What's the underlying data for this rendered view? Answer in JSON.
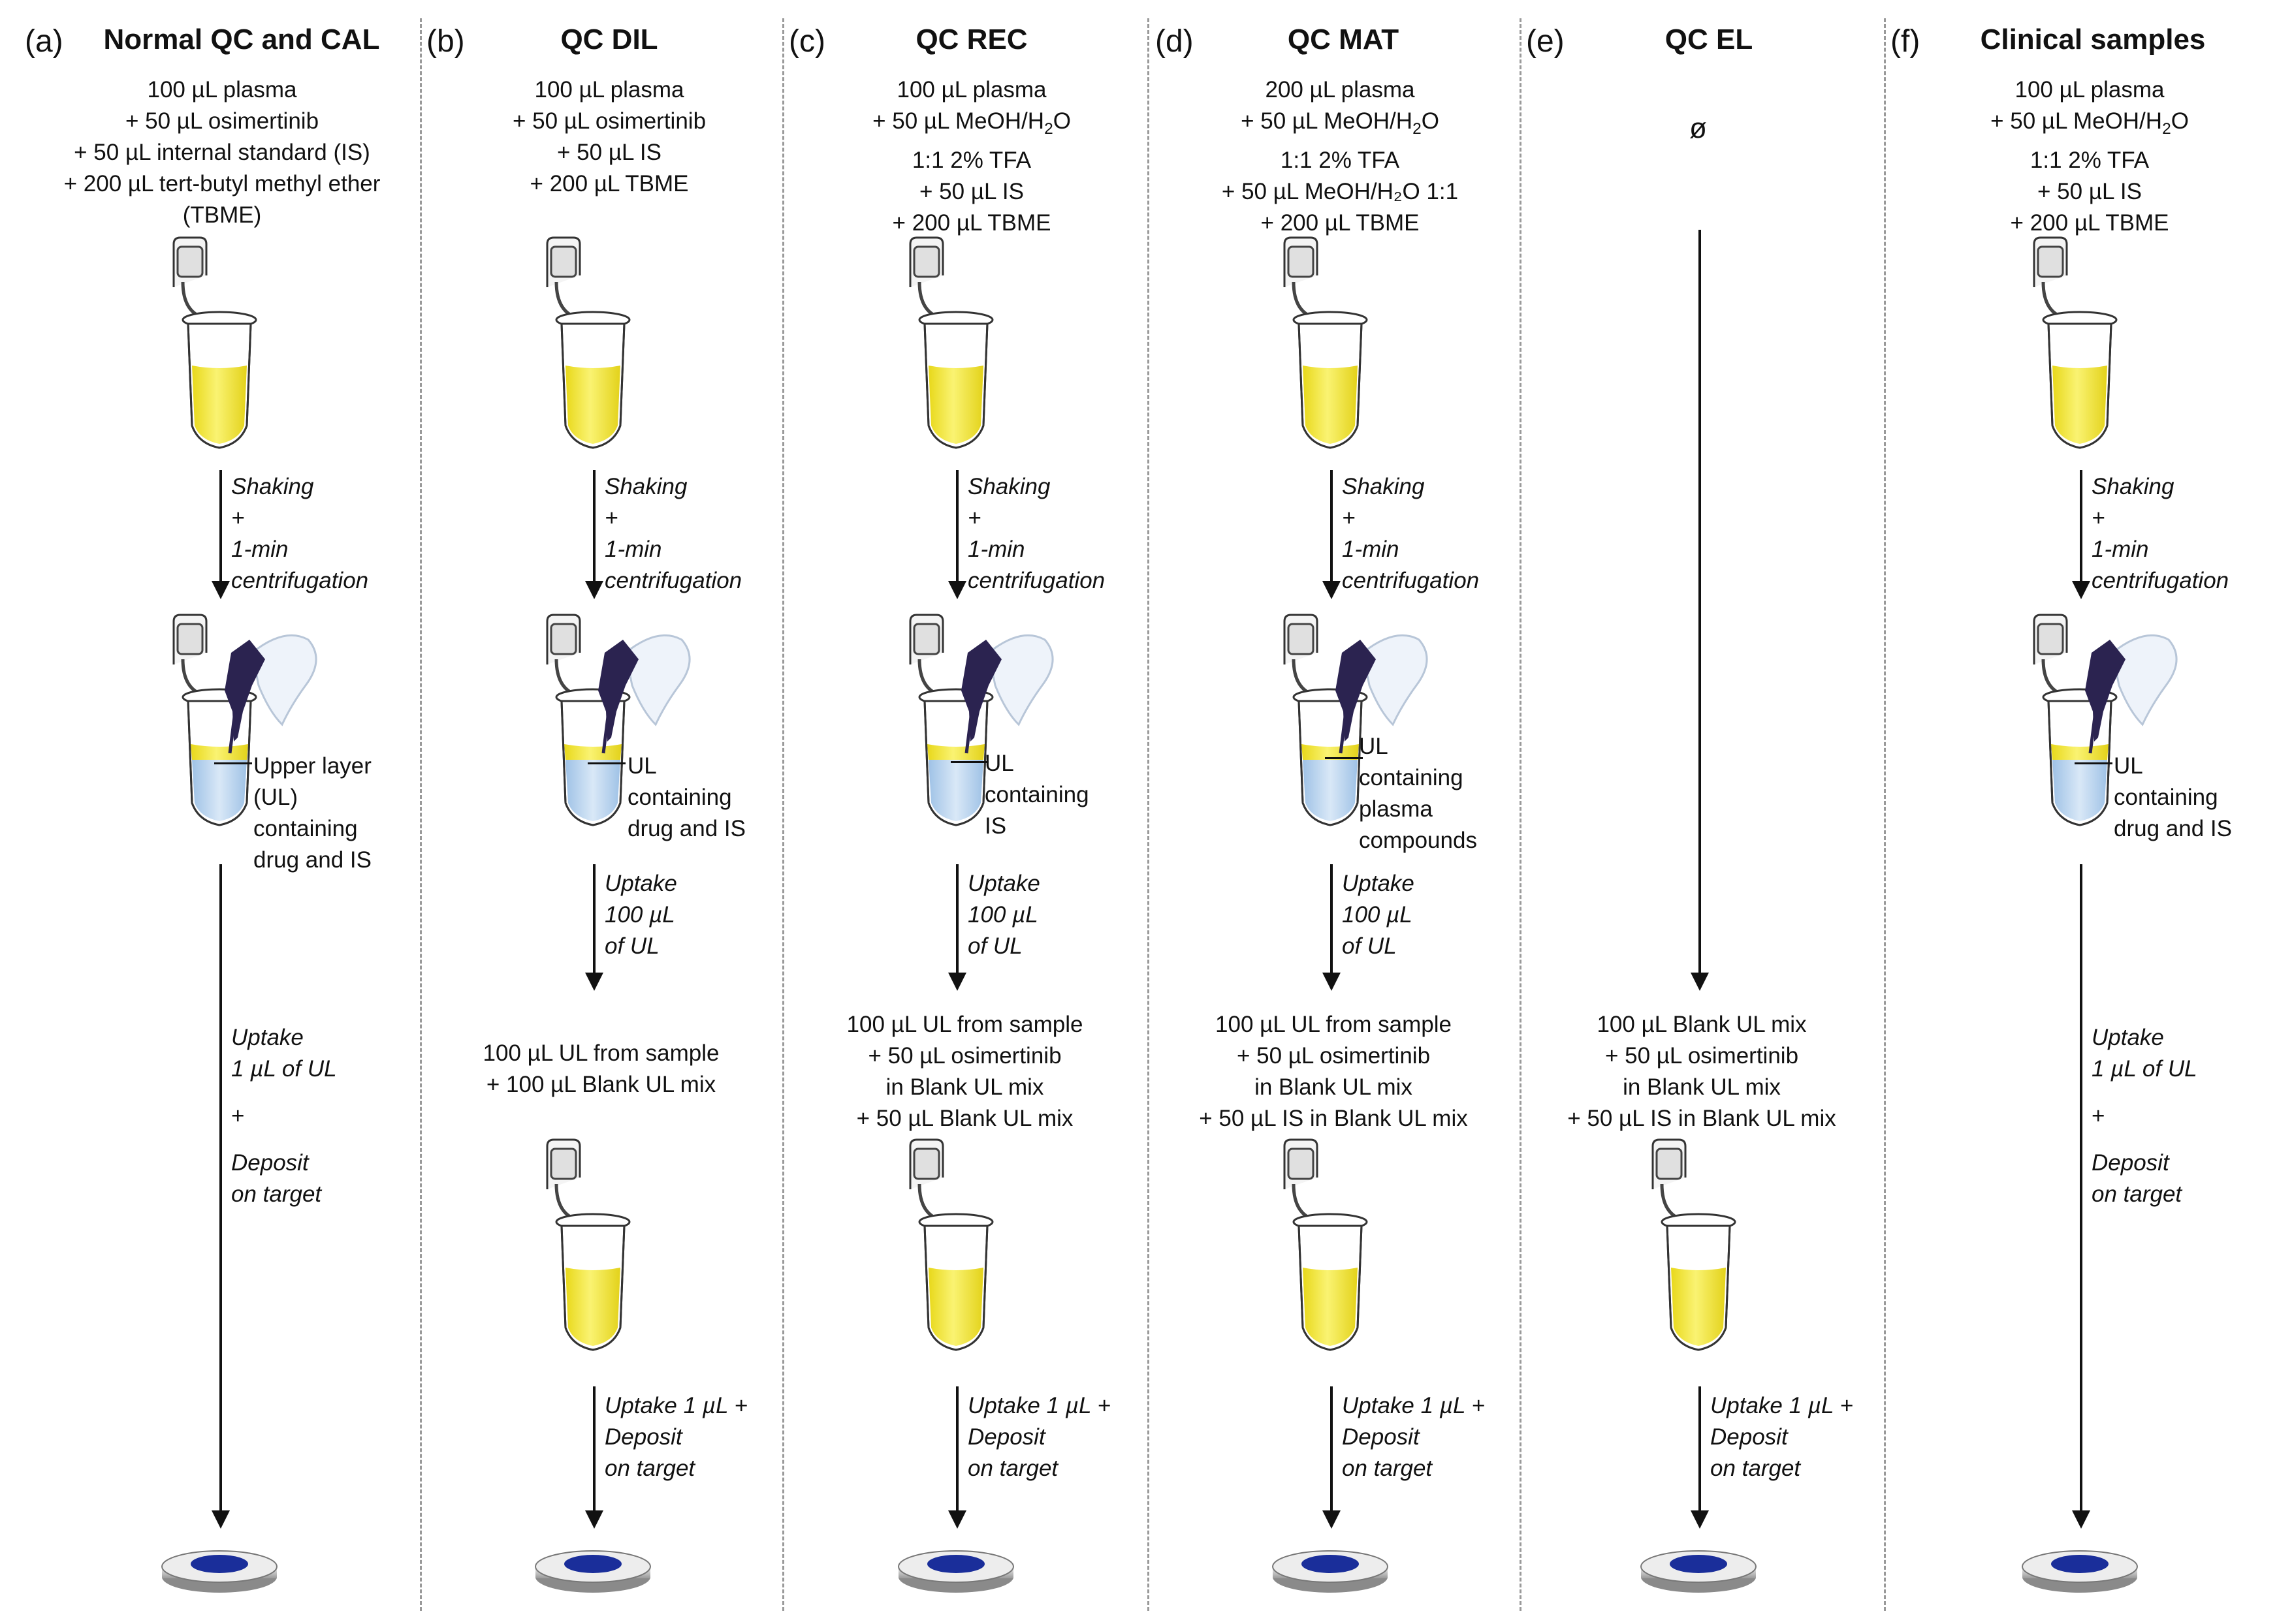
{
  "panels": {
    "a": {
      "letter": "(a)",
      "title": "Normal QC and CAL",
      "prep": [
        "100 µL plasma",
        "+ 50 µL osimertinib",
        "+ 50 µL internal standard (IS)",
        "+ 200 µL tert-butyl methyl ether",
        "(TBME)"
      ],
      "step1": [
        "Shaking",
        "+",
        "1-min",
        "centrifugation"
      ],
      "layer_label": [
        "Upper layer",
        "(UL)",
        "containing",
        "drug and IS"
      ],
      "final_step": [
        "Uptake",
        "1 µL of UL",
        "+",
        "Deposit",
        "on target"
      ]
    },
    "b": {
      "letter": "(b)",
      "title": "QC DIL",
      "prep": [
        "100 µL plasma",
        "+ 50 µL osimertinib",
        "+ 50 µL IS",
        "+ 200 µL TBME"
      ],
      "step1": [
        "Shaking",
        "+",
        "1-min",
        "centrifugation"
      ],
      "layer_label": [
        "UL",
        "containing",
        "drug and IS"
      ],
      "uptake": [
        "Uptake",
        "100 µL",
        "of UL"
      ],
      "mix": [
        "100 µL UL from sample",
        "+ 100 µL Blank UL mix"
      ],
      "final_step": [
        "Uptake 1 µL +",
        "Deposit",
        "on target"
      ]
    },
    "c": {
      "letter": "(c)",
      "title": "QC REC",
      "prep_line1": "100 µL plasma",
      "prep_line2_pre": "+ 50 µL MeOH/H",
      "prep_line2_sub": "2",
      "prep_line2_post": "O",
      "prep_rest": [
        "1:1 2% TFA",
        "+ 50 µL IS",
        "+ 200 µL TBME"
      ],
      "step1": [
        "Shaking",
        "+",
        "1-min",
        "centrifugation"
      ],
      "layer_label": [
        "UL",
        "containing",
        "IS"
      ],
      "uptake": [
        "Uptake",
        "100 µL",
        "of UL"
      ],
      "mix": [
        "100 µL UL from sample",
        "+ 50 µL osimertinib",
        "in Blank UL mix",
        "+ 50 µL Blank UL mix"
      ],
      "final_step": [
        "Uptake 1 µL +",
        "Deposit",
        "on target"
      ]
    },
    "d": {
      "letter": "(d)",
      "title": "QC MAT",
      "prep_line1": "200 µL plasma",
      "prep_line2_pre": "+ 50 µL MeOH/H",
      "prep_line2_sub": "2",
      "prep_line2_post": "O",
      "prep_rest": [
        "1:1 2% TFA",
        "+ 50 µL MeOH/H₂O  1:1",
        "+ 200 µL TBME"
      ],
      "step1": [
        "Shaking",
        "+",
        "1-min",
        "centrifugation"
      ],
      "layer_label": [
        "UL",
        "containing",
        "plasma",
        "compounds"
      ],
      "uptake": [
        "Uptake",
        "100 µL",
        "of UL"
      ],
      "mix": [
        "100 µL UL from sample",
        "+ 50 µL osimertinib",
        "in Blank UL mix",
        "+ 50 µL IS in Blank UL mix"
      ],
      "final_step": [
        "Uptake 1 µL +",
        "Deposit",
        "on target"
      ]
    },
    "e": {
      "letter": "(e)",
      "title": "QC EL",
      "empty": "ø",
      "mix": [
        "100 µL Blank UL mix",
        "+ 50 µL osimertinib",
        "in Blank UL mix",
        "+ 50 µL IS in Blank UL mix"
      ],
      "final_step": [
        "Uptake 1 µL +",
        "Deposit",
        "on target"
      ]
    },
    "f": {
      "letter": "(f)",
      "title": "Clinical samples",
      "prep_line1": "100 µL plasma",
      "prep_line2_pre": "+ 50 µL MeOH/H",
      "prep_line2_sub": "2",
      "prep_line2_post": "O",
      "prep_rest": [
        "1:1 2% TFA",
        "+ 50 µL IS",
        "+ 200 µL TBME"
      ],
      "step1": [
        "Shaking",
        "+",
        "1-min",
        "centrifugation"
      ],
      "layer_label": [
        "UL",
        "containing",
        "drug and IS"
      ],
      "final_step": [
        "Uptake",
        "1 µL of UL",
        "+",
        "Deposit",
        "on target"
      ]
    }
  },
  "colors": {
    "liquid_yellow": "#f2ea3c",
    "lower_phase_blue": "#b9d4ee",
    "target_spot": "#1a2e9a",
    "pipette": "#2b2350",
    "separator": "#9a9a9a"
  }
}
